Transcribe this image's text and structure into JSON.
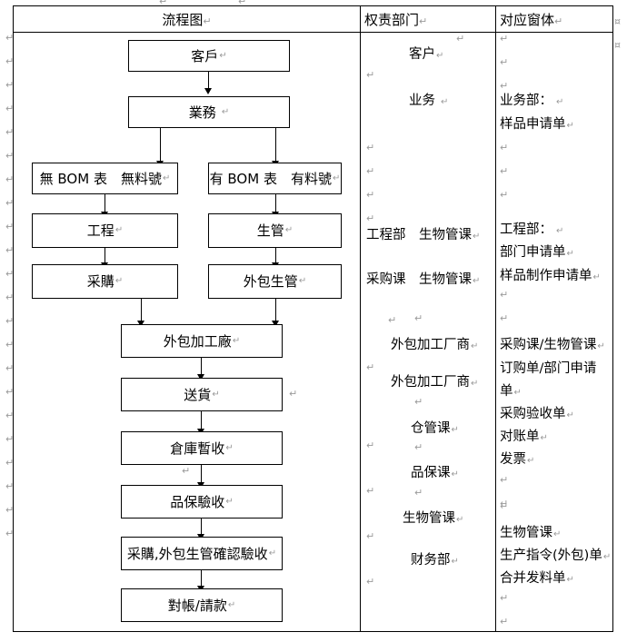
{
  "document": {
    "type": "word-document-flowchart-table",
    "columns": [
      {
        "id": "flow",
        "header": "流程图"
      },
      {
        "id": "dept",
        "header": "权责部门"
      },
      {
        "id": "form",
        "header": "对应窗体"
      }
    ],
    "paragraph_mark": "↵",
    "cell_mark": "¤"
  },
  "flowchart": {
    "nodes": [
      {
        "id": "n1",
        "label": "客戶"
      },
      {
        "id": "n2",
        "label": "業務"
      },
      {
        "id": "n3",
        "label": "無 BOM 表　無料號"
      },
      {
        "id": "n4",
        "label": "有 BOM 表　有料號"
      },
      {
        "id": "n5",
        "label": "工程"
      },
      {
        "id": "n6",
        "label": "生管"
      },
      {
        "id": "n7",
        "label": "采購"
      },
      {
        "id": "n8",
        "label": "外包生管"
      },
      {
        "id": "n9",
        "label": "外包加工廠"
      },
      {
        "id": "n10",
        "label": "送貨"
      },
      {
        "id": "n11",
        "label": "倉庫暫收"
      },
      {
        "id": "n12",
        "label": "品保驗收"
      },
      {
        "id": "n13",
        "label": "采購,外包生管確認驗收"
      },
      {
        "id": "n14",
        "label": "對帳/請款"
      }
    ],
    "edges": [
      {
        "from": "n1",
        "to": "n2"
      },
      {
        "from": "n2",
        "to": "n3"
      },
      {
        "from": "n2",
        "to": "n4"
      },
      {
        "from": "n3",
        "to": "n5"
      },
      {
        "from": "n4",
        "to": "n6"
      },
      {
        "from": "n5",
        "to": "n7"
      },
      {
        "from": "n6",
        "to": "n8"
      },
      {
        "from": "n7",
        "to": "n9"
      },
      {
        "from": "n8",
        "to": "n9"
      },
      {
        "from": "n9",
        "to": "n10"
      },
      {
        "from": "n10",
        "to": "n11"
      },
      {
        "from": "n11",
        "to": "n12"
      },
      {
        "from": "n12",
        "to": "n13"
      },
      {
        "from": "n13",
        "to": "n14"
      }
    ]
  },
  "dept_column": {
    "lines": [
      "客户",
      "业务",
      "工程部　生物管课",
      "采购课　生物管课",
      "外包加工厂商",
      "外包加工厂商",
      "仓管课",
      "品保课",
      "生物管课",
      "生物管课",
      "财务部"
    ]
  },
  "form_column": {
    "lines": [
      "业务部：",
      "样品申请单",
      "工程部：",
      "部门申请单",
      "样品制作申请单",
      "采购课/生物管课",
      "订购单/部门申请",
      "单",
      "采购验收单",
      "对账单",
      "发票",
      "生物管课",
      "生产指令(外包)单",
      "合并发料单"
    ]
  },
  "colors": {
    "border": "#000000",
    "mark": "#9a9a9a",
    "background": "#ffffff"
  }
}
